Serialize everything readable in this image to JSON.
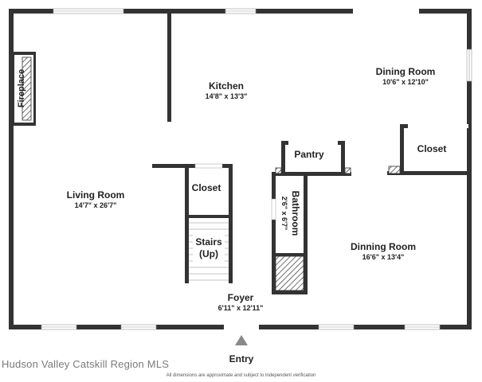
{
  "rooms": {
    "kitchen": {
      "name": "Kitchen",
      "dim": "14'8\" x 13'3\""
    },
    "dining_room": {
      "name": "Dining Room",
      "dim": "10'6\" x 12'10\""
    },
    "living_room": {
      "name": "Living Room",
      "dim": "14'7\" x 26'7\""
    },
    "dinning_room": {
      "name": "Dinning Room",
      "dim": "16'6\" x 13'4\""
    },
    "foyer": {
      "name": "Foyer",
      "dim": "6'11\" x 12'11\""
    },
    "pantry": {
      "name": "Pantry"
    },
    "closet_right": {
      "name": "Closet"
    },
    "closet_center": {
      "name": "Closet"
    },
    "stairs": {
      "name": "Stairs",
      "direction": "(Up)"
    },
    "bathroom": {
      "name": "Bathroom",
      "dim": "2'6\" x 6'7\""
    },
    "fireplace": {
      "name": "Fireplace"
    }
  },
  "entry": {
    "label": "Entry"
  },
  "watermark": "Hudson Valley Catskill Region MLS",
  "disclaimer": "All dimensions are approximate and subject to independent verification",
  "colors": {
    "wall": "#333333",
    "window": "#cfcfcf",
    "hatch": "#333333",
    "entry_arrow": "#8a8a8a"
  }
}
